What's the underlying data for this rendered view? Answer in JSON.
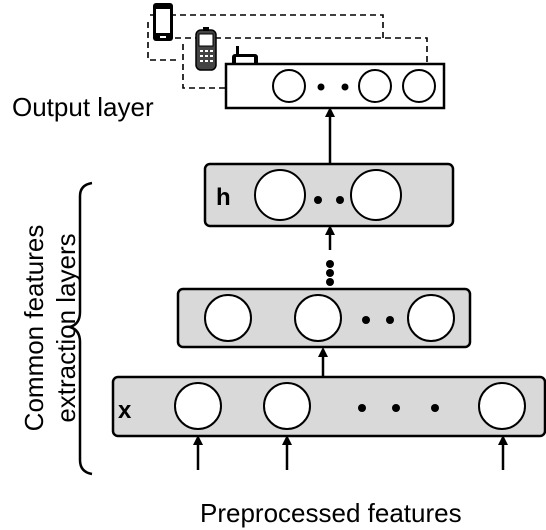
{
  "labels": {
    "output_layer": "Output layer",
    "common_line1": "Common features",
    "common_line2": "extraction layers",
    "preprocessed": "Preprocessed features",
    "h_symbol": "h",
    "x_symbol": "x"
  },
  "colors": {
    "layer_fill": "#d9d9d9",
    "stroke": "#000000",
    "node_fill": "#ffffff",
    "background": "#ffffff"
  },
  "icons": {
    "device_1": "smartphone-icon",
    "device_2": "cellphone-icon",
    "device_3": "feature-phone-icon"
  }
}
